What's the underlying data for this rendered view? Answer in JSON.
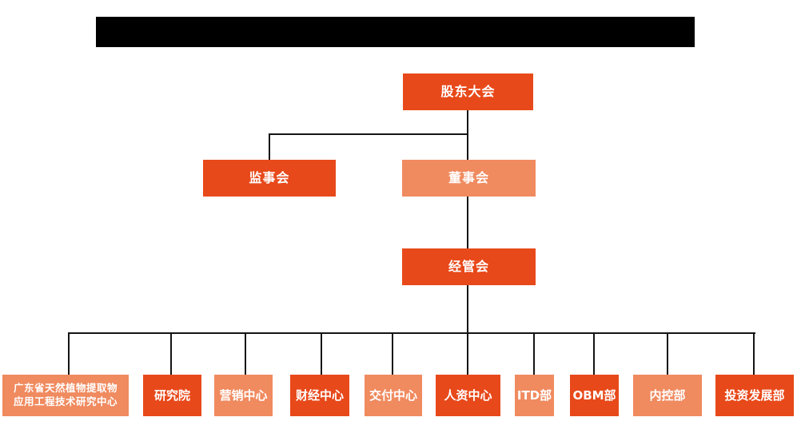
{
  "header": {
    "bar_color": "#000000",
    "text": ""
  },
  "org_chart": {
    "type": "org-tree",
    "colors": {
      "primary_box": "#E8491A",
      "secondary_box": "#F08A5F",
      "box_text": "#FFFFFF",
      "connector": "#141414",
      "background": "#FFFFFF"
    },
    "nodes": {
      "level1": [
        {
          "id": "shareholders-meeting",
          "label": "股东大会",
          "style": "primary"
        }
      ],
      "level2": [
        {
          "id": "supervisory-board",
          "label": "监事会",
          "style": "primary"
        },
        {
          "id": "board-of-directors",
          "label": "董事会",
          "style": "secondary"
        }
      ],
      "level3": [
        {
          "id": "management-committee",
          "label": "经管会",
          "style": "primary"
        }
      ],
      "level4": [
        {
          "id": "gd-research-center",
          "label": "广东省天然植物提取物应用工程技术研究中心",
          "style": "secondary"
        },
        {
          "id": "research-institute",
          "label": "研究院",
          "style": "primary"
        },
        {
          "id": "marketing-center",
          "label": "营销中心",
          "style": "secondary"
        },
        {
          "id": "finance-center",
          "label": "财经中心",
          "style": "primary"
        },
        {
          "id": "delivery-center",
          "label": "交付中心",
          "style": "secondary"
        },
        {
          "id": "hr-center",
          "label": "人资中心",
          "style": "primary"
        },
        {
          "id": "itd-dept",
          "label": "ITD部",
          "style": "secondary"
        },
        {
          "id": "obm-dept",
          "label": "OBM部",
          "style": "primary"
        },
        {
          "id": "internal-control-dept",
          "label": "内控部",
          "style": "secondary"
        },
        {
          "id": "investment-development-dept",
          "label": "投资发展部",
          "style": "primary"
        }
      ]
    },
    "hierarchy": {
      "股东大会": [
        "监事会",
        "董事会"
      ],
      "董事会": [
        "经管会"
      ],
      "经管会": [
        "广东省天然植物提取物应用工程技术研究中心",
        "研究院",
        "营销中心",
        "财经中心",
        "交付中心",
        "人资中心",
        "ITD部",
        "OBM部",
        "内控部",
        "投资发展部"
      ]
    }
  }
}
